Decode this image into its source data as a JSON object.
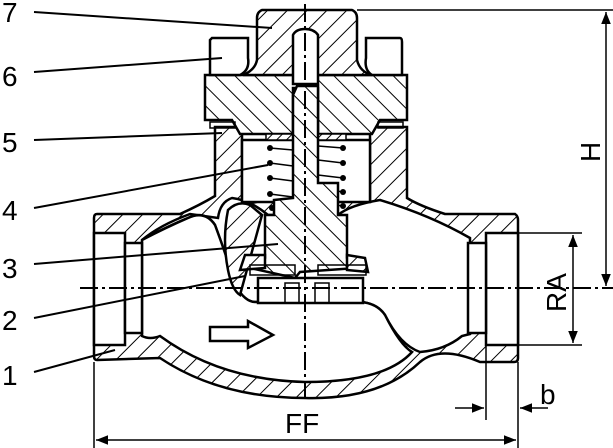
{
  "title": "Check valve sectional drawing",
  "part_numbers": [
    "1",
    "2",
    "3",
    "4",
    "5",
    "6",
    "7"
  ],
  "dimensions": {
    "height": "H",
    "connection": "RA",
    "thread_depth": "b",
    "face_to_face": "FF"
  },
  "colors": {
    "line": "#000000",
    "background": "#ffffff"
  }
}
